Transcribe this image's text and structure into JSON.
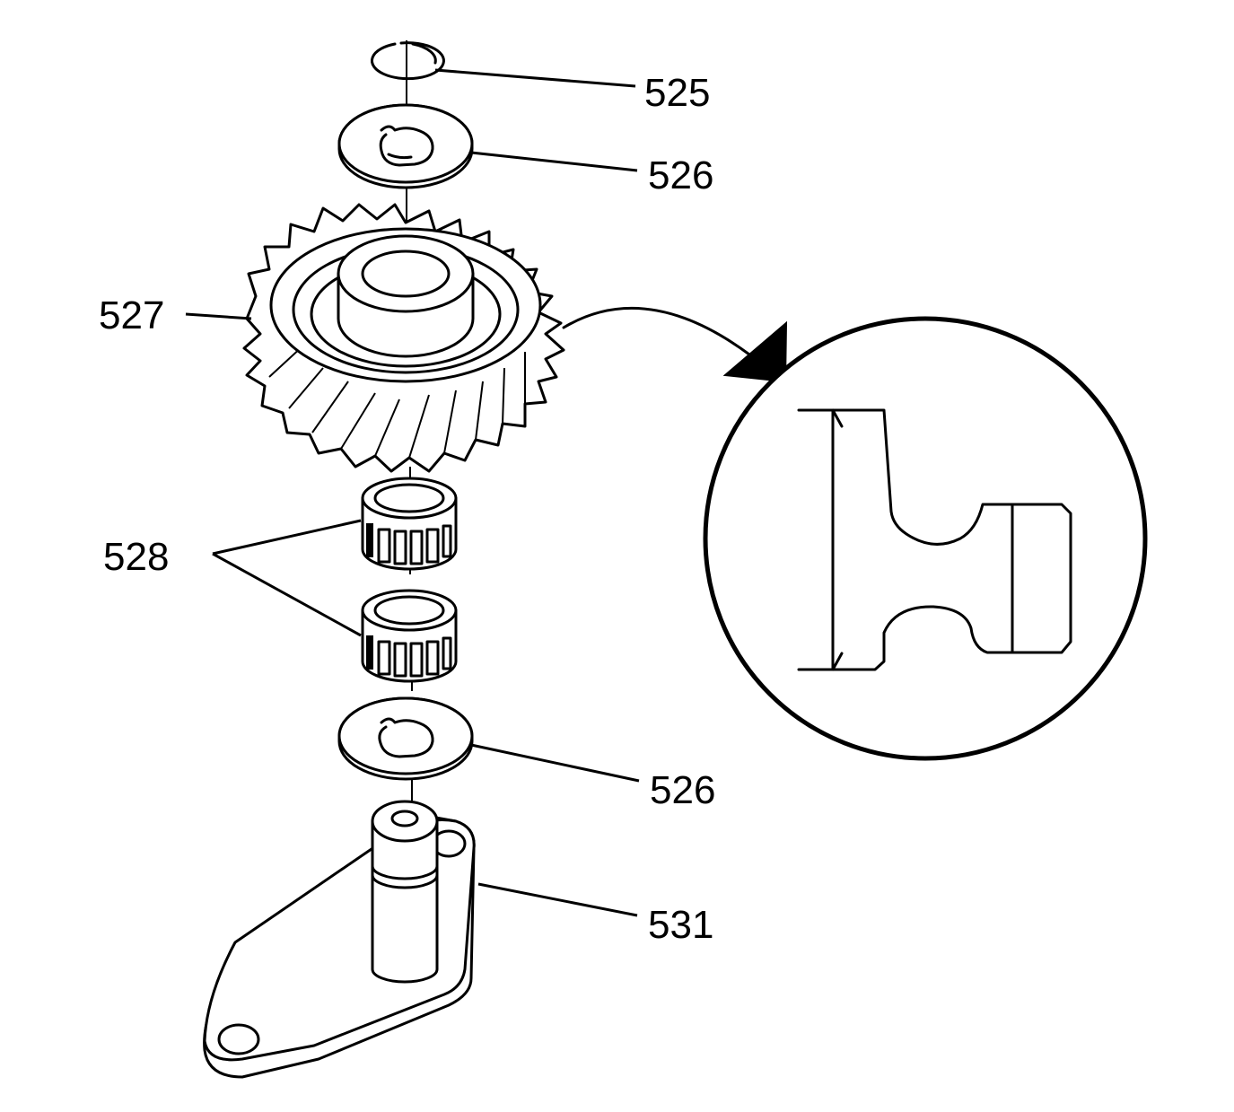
{
  "diagram": {
    "callouts": [
      {
        "id": "c525",
        "text": "525"
      },
      {
        "id": "c526a",
        "text": "526"
      },
      {
        "id": "c527",
        "text": "527"
      },
      {
        "id": "c528",
        "text": "528"
      },
      {
        "id": "c526b",
        "text": "526"
      },
      {
        "id": "c531",
        "text": "531"
      }
    ],
    "colors": {
      "line": "#000000",
      "background": "#ffffff"
    }
  }
}
